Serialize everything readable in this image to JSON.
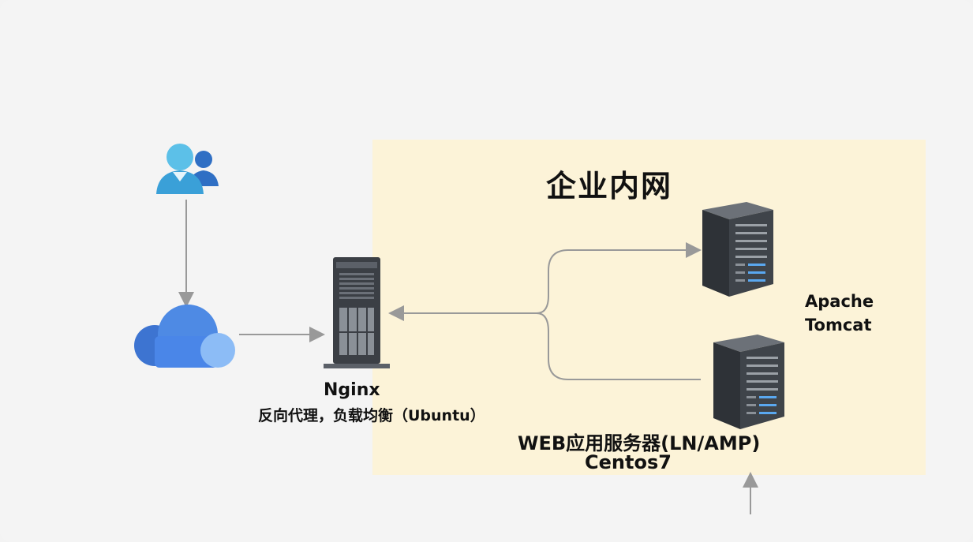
{
  "diagram": {
    "intranet_title": "企业内网",
    "nginx": {
      "name": "Nginx",
      "role": "反向代理，负载均衡（Ubuntu）"
    },
    "upper_server": {
      "line1": "Apache",
      "line2": "Tomcat"
    },
    "lower_server": {
      "line1": "WEB应用服务器(LN/AMP)",
      "line2": "Centos7"
    },
    "icons": [
      "users-icon",
      "cloud-icon",
      "tower-server-icon",
      "rack-server-icon"
    ],
    "colors": {
      "intranet_bg": "#fcf3d8",
      "arrow": "#999999",
      "cloud": "#4a86e8",
      "user": "#3aa0d8"
    }
  }
}
